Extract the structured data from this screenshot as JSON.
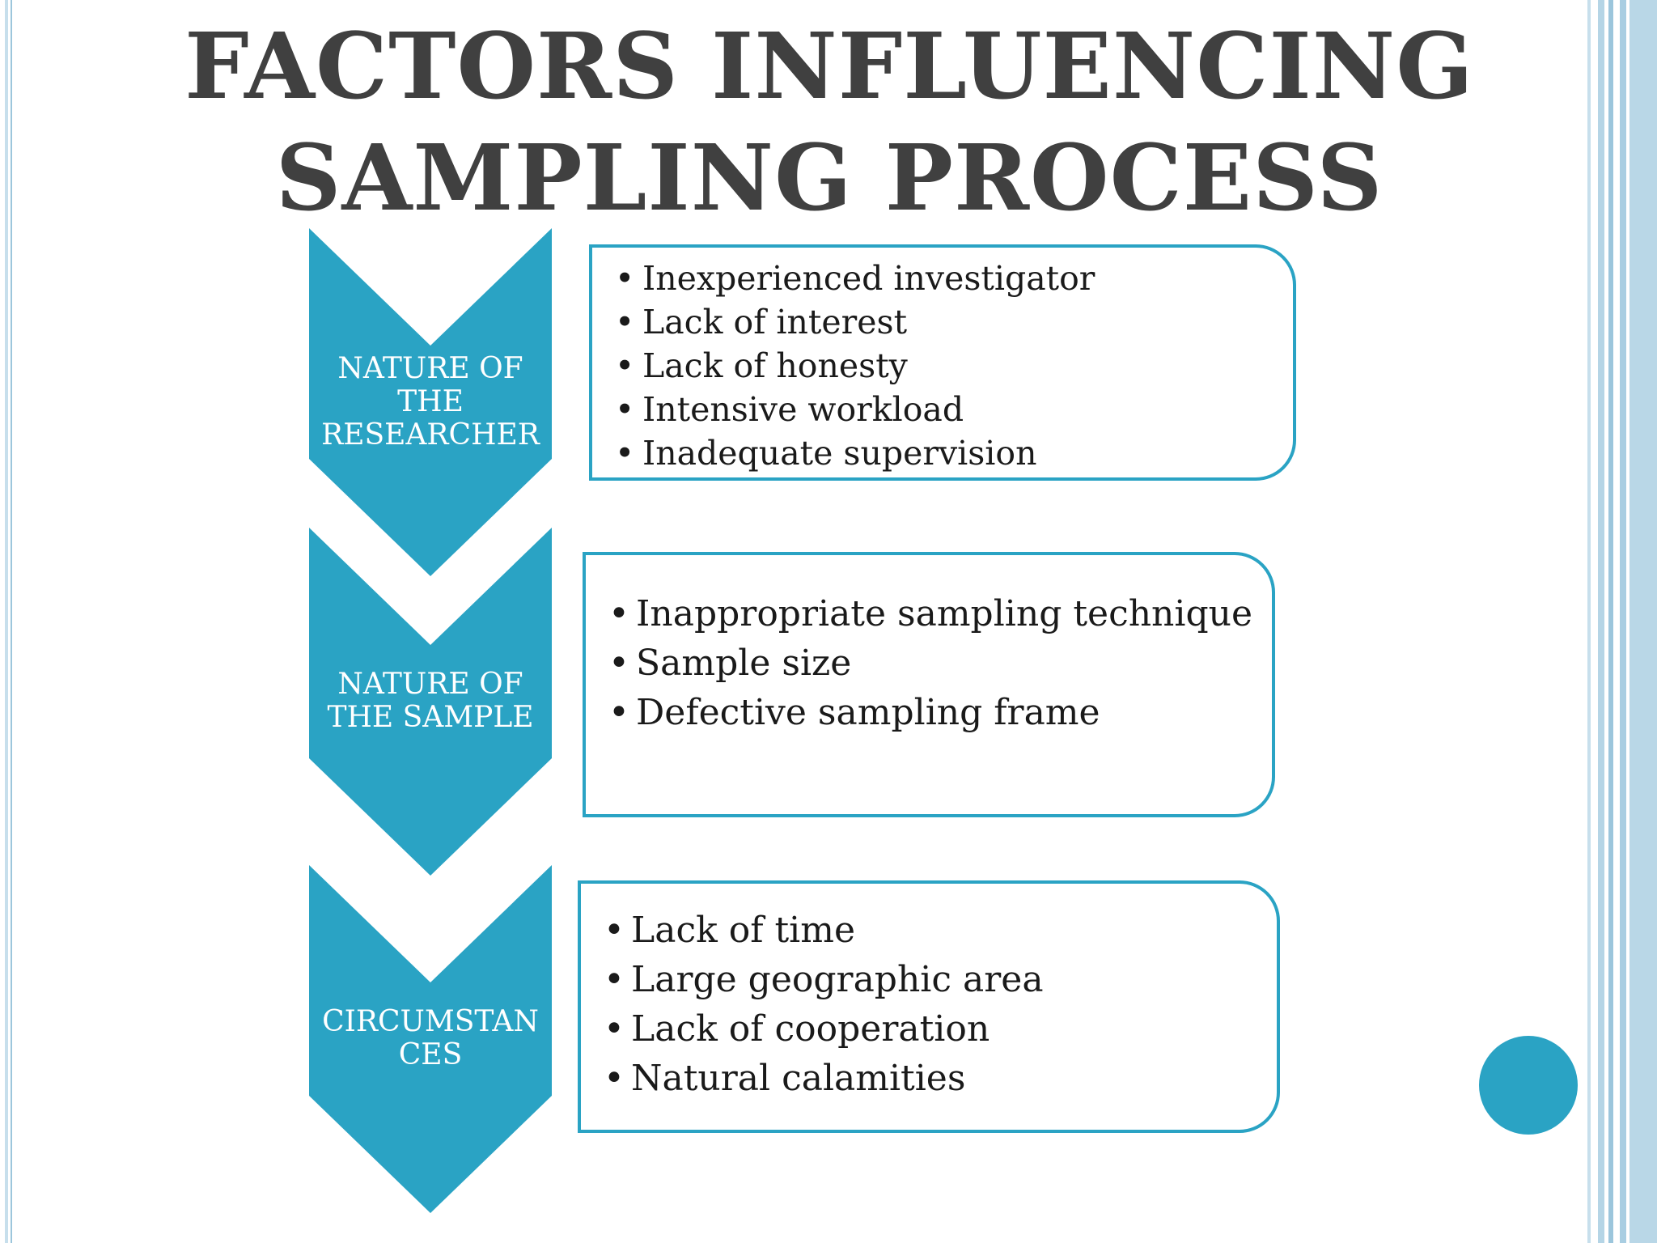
{
  "title": {
    "line1": "FACTORS INFLUENCING",
    "line2": "SAMPLING PROCESS"
  },
  "colors": {
    "accent": "#2aa3c4",
    "title_text": "#404040",
    "stripe": "#b9d7e7"
  },
  "factors": [
    {
      "label_lines": [
        "NATURE OF",
        "THE",
        "RESEARCHER"
      ],
      "items": [
        "Inexperienced investigator",
        "Lack of interest",
        "Lack of honesty",
        "Intensive workload",
        "Inadequate supervision"
      ]
    },
    {
      "label_lines": [
        "NATURE OF",
        "THE SAMPLE"
      ],
      "items": [
        "Inappropriate sampling technique",
        "Sample size",
        "Defective sampling frame"
      ]
    },
    {
      "label_lines": [
        "CIRCUMSTAN",
        "CES"
      ],
      "items": [
        "Lack of time",
        "Large geographic area",
        "Lack of cooperation",
        "Natural calamities"
      ]
    }
  ]
}
